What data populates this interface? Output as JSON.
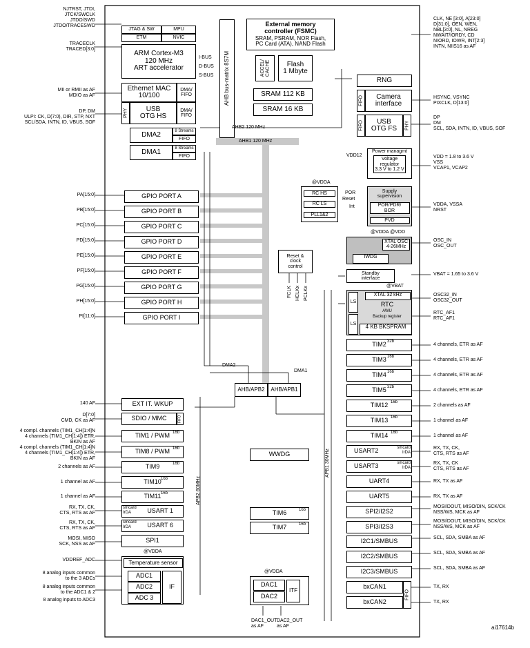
{
  "diagram": {
    "figure_id": "ai17614b",
    "left_signals": [
      {
        "id": "jtag",
        "text": "NJTRST, JTDI,\nJTCK/SWCLK\nJTDO/SWD\nJTDO/TRACESWO"
      },
      {
        "id": "trace",
        "text": "TRACECLK\nTRACED[3:0]"
      },
      {
        "id": "mii",
        "text": "MII or RMII as AF\nMDIO as AF"
      },
      {
        "id": "ulpi",
        "text": "DP, DM\nULPI: CK, D(7:0), DIR, STP, NXT\nSCL/SDA, INTN, ID, VBUS, SOF"
      },
      {
        "id": "pa",
        "text": "PA[15:0]"
      },
      {
        "id": "pb",
        "text": "PB[15:0]"
      },
      {
        "id": "pc",
        "text": "PC[15:0]"
      },
      {
        "id": "pd",
        "text": "PD[15:0]"
      },
      {
        "id": "pe",
        "text": "PE[15:0]"
      },
      {
        "id": "pf",
        "text": "PF[15:0]"
      },
      {
        "id": "pg",
        "text": "PG[15:0]"
      },
      {
        "id": "ph",
        "text": "PH[15:0]"
      },
      {
        "id": "pi",
        "text": "PI[11:0]"
      },
      {
        "id": "af140",
        "text": "140 AF"
      },
      {
        "id": "sdio",
        "text": "D[7:0]\nCMD, CK as AF"
      },
      {
        "id": "tim1",
        "text": "4 compl. channels (TIM1_CH[1:4]N\n4 channels (TIM1_CH[1:4]) ETR,\nBKIN as AF"
      },
      {
        "id": "tim8",
        "text": "4 compl. channels (TIM1_CH[1:4]N\n4 channels (TIM1_CH[1:4]) ETR,\nBKIN as AF"
      },
      {
        "id": "tim9",
        "text": "2 channels as AF"
      },
      {
        "id": "tim10",
        "text": "1 channel as AF"
      },
      {
        "id": "tim11",
        "text": "1 channel as AF"
      },
      {
        "id": "usart1",
        "text": "RX, TX, CK,\nCTS, RTS as AF"
      },
      {
        "id": "usart6",
        "text": "RX, TX, CK,\nCTS, RTS as AF"
      },
      {
        "id": "spi1",
        "text": "MOSI, MISO\nSCK, NSS as AF"
      },
      {
        "id": "vref",
        "text": "VDDREF_ADC"
      },
      {
        "id": "adc1",
        "text": "8 analog inputs common\nto the 3 ADCs"
      },
      {
        "id": "adc2",
        "text": "8 analog inputs common\nto the ADC1 & 2"
      },
      {
        "id": "adc3",
        "text": "8 analog inputs to ADC3"
      }
    ],
    "right_signals": [
      {
        "id": "fsmc",
        "text": "CLK, NE [3:0], A[23:0]\nD[31:0], OEN, WEN,\nNBL[3:0], NL, NREG\nNWAIT/IORDY, CD\nNIORD, IOWR, INT[2:3]\nINTN, NIIS16 as AF"
      },
      {
        "id": "cam",
        "text": "HSYNC, VSYNC\nPIXCLK, D[13:0]"
      },
      {
        "id": "otgfs",
        "text": "DP\nDM\nSCL, SDA, INTN, ID, VBUS, SOF"
      },
      {
        "id": "vdd",
        "text": "VDD = 1.8 to 3.6 V\nVSS\nVCAP1, VCAP2"
      },
      {
        "id": "vdda",
        "text": "VDDA, VSSA\nNRST"
      },
      {
        "id": "osc",
        "text": "OSC_IN\nOSC_OUT"
      },
      {
        "id": "vbat",
        "text": "VBAT = 1.65 to 3.6 V"
      },
      {
        "id": "osc32",
        "text": "OSC32_IN\nOSC32_OUT"
      },
      {
        "id": "rtcaf",
        "text": "RTC_AF1\nRTC_AF1"
      },
      {
        "id": "tim2",
        "text": "4 channels, ETR as AF"
      },
      {
        "id": "tim3",
        "text": "4 channels, ETR as AF"
      },
      {
        "id": "tim4",
        "text": "4 channels, ETR as AF"
      },
      {
        "id": "tim5",
        "text": "4 channels, ETR as AF"
      },
      {
        "id": "tim12",
        "text": "2 channels as AF"
      },
      {
        "id": "tim13",
        "text": "1 channel as AF"
      },
      {
        "id": "tim14",
        "text": "1 channel as AF"
      },
      {
        "id": "usart2",
        "text": "RX, TX, CK,\nCTS, RTS as AF"
      },
      {
        "id": "usart3",
        "text": "RX, TX, CK\nCTS, RTS as AF"
      },
      {
        "id": "uart4",
        "text": "RX, TX as AF"
      },
      {
        "id": "uart5",
        "text": "RX, TX as AF"
      },
      {
        "id": "spi2",
        "text": "MOSI/DOUT, MISO/DIN, SCK/CK\nNSS/WS, MCK as AF"
      },
      {
        "id": "spi3",
        "text": "MOSI/DOUT, MISO/DIN, SCK/CK\nNSS/WS, MCK as AF"
      },
      {
        "id": "i2c1",
        "text": "SCL, SDA, SMBA as AF"
      },
      {
        "id": "i2c2",
        "text": "SCL, SDA, SMBA as AF"
      },
      {
        "id": "i2c3",
        "text": "SCL, SDA, SMBA as AF"
      },
      {
        "id": "can1",
        "text": "TX, RX"
      },
      {
        "id": "can2",
        "text": "TX, RX"
      }
    ],
    "blocks": {
      "jtag_sw": "JTAG & SW",
      "mpu": "MPU",
      "etm": "ETM",
      "nvic": "NVIC",
      "cpu": "ARM Cortex-M3\n120 MHz\nART accelerator",
      "ibus": "I-BUS",
      "dbus": "D-BUS",
      "sbus": "S-BUS",
      "eth": "Ethernet MAC\n10/100",
      "dma_fifo": "DMA/\nFIFO",
      "phy": "PHY",
      "usb_hs": "USB\nOTG HS",
      "dma_fifo2": "DMA/\nFIFO",
      "dma2": "DMA2",
      "dma1": "DMA1",
      "streams": "8 Streams",
      "fifo": "FIFO",
      "matrix": "AHB bus-matrix 8S7M",
      "fsmc": "External memory\ncontroller (FSMC)",
      "fsmc_sub": "SRAM, PSRAM, NOR Flash,\nPC Card (ATA), NAND Flash",
      "accel": "ACCEL/\nCACHE",
      "flash": "Flash\n1 Mbyte",
      "sram112": "SRAM 112 KB",
      "sram16": "SRAM 16 KB",
      "rng": "RNG",
      "camera": "Camera\ninterface",
      "usb_fs": "USB\nOTG FS",
      "ahb2": "AHB2 120 MHz",
      "ahb1": "AHB1 120 MHz",
      "vdd12": "VDD12",
      "power": "Power managmt",
      "vreg": "Voltage\nregulator\n3.3 V to 1.2 V",
      "vdda_lbl": "@VDDA",
      "rchs": "RC HS",
      "rcls": "RC LS",
      "pll": "PLL1&2",
      "por": "POR",
      "reset": "Reset",
      "int": "Int",
      "supply": "Supply\nsupervision",
      "porpdr": "POR/PDR/\nBOR",
      "pvd": "PVD",
      "vdda_vdd": "@VDDA @VDD",
      "xtal": "XTAL OSC\n4-26MHz",
      "iwdg": "IWDG",
      "rcc": "Reset &\nclock\ncontrol",
      "fclk": "FCLK",
      "hclk": "HCLKx",
      "pclk": "PCLKx",
      "standby": "Standby\ninterface",
      "vbat_lbl": "@VBAT",
      "xtal32": "XTAL 32 kHz",
      "rtc": "RTC",
      "awu": "AWU",
      "bkreg": "Backup register",
      "bksram": "4 KB BKSPRAM",
      "ls": "LS",
      "gpio": [
        "GPIO PORT A",
        "GPIO PORT B",
        "GPIO PORT C",
        "GPIO PORT D",
        "GPIO PORT E",
        "GPIO PORT F",
        "GPIO PORT G",
        "GPIO PORT H",
        "GPIO PORT I"
      ],
      "dma2_lbl": "DMA2",
      "dma1_lbl": "DMA1",
      "apb2br": "AHB/APB2",
      "apb1br": "AHB/APB1",
      "exti": "EXT IT. WKUP",
      "sdio": "SDIO / MMC",
      "tim1": "TIM1 / PWM",
      "tim8": "TIM8 / PWM",
      "tim9": "TIM9",
      "tim10": "TIM10",
      "tim11": "TIM11",
      "usart1": "USART 1",
      "usart6": "USART 6",
      "smcard": "smcard\nIrDA",
      "spi1": "SPI1",
      "vdda2": "@VDDA",
      "temp": "Temperature sensor",
      "adc1": "ADC1",
      "adc2": "ADC2",
      "adc3": "ADC 3",
      "if": "IF",
      "apb2": "APB2 60MHz",
      "apb1": "APB1 30MHz",
      "wwdg": "WWDG",
      "tim6": "TIM6",
      "tim7": "TIM7",
      "vdda3": "@VDDA",
      "dac1": "DAC1",
      "dac2": "DAC2",
      "itf": "ITF",
      "dac1_out": "DAC1_OUT\nas AF",
      "dac2_out": "DAC2_OUT\nas AF",
      "tims_r": [
        "TIM2",
        "TIM3",
        "TIM4",
        "TIM5",
        "TIM12",
        "TIM13",
        "TIM14"
      ],
      "tims_r_bits": [
        "32b",
        "16b",
        "16b",
        "32b",
        "16b",
        "16b",
        "16b"
      ],
      "usart2": "USART2",
      "usart3": "USART3",
      "uart4": "UART4",
      "uart5": "UART5",
      "spi2": "SPI2/I2S2",
      "spi3": "SPI3/I2S3",
      "i2c1": "I2C1/SMBUS",
      "i2c2": "I2C2/SMBUS",
      "i2c3": "I2C3/SMBUS",
      "can1": "bxCAN1",
      "can2": "bxCAN2",
      "b16": "16b"
    }
  }
}
